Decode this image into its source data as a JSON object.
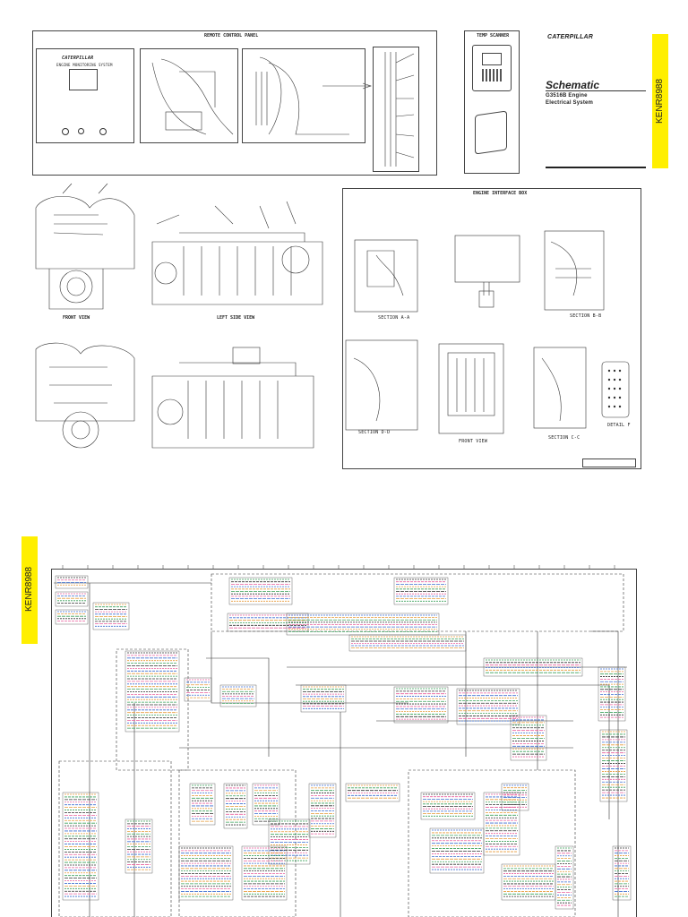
{
  "sheet_top": {
    "remote_panel_title": "REMOTE CONTROL PANEL",
    "panel_logo": "CATERPILLAR",
    "panel_subtitle": "ENGINE MONITORING SYSTEM",
    "temp_scanner_title": "TEMP SCANNER",
    "brand": "CATERPILLAR",
    "doc_title": "Schematic",
    "doc_subtitle_1": "G3516B Engine",
    "doc_subtitle_2": "Electrical System",
    "doc_number": "KENR8988",
    "front_view_label": "FRONT VIEW",
    "left_side_view_label": "LEFT SIDE VIEW",
    "interface_box_title": "ENGINE INTERFACE BOX",
    "section_labels": [
      "SECTION A-A",
      "SECTION B-B",
      "SECTION D-D",
      "FRONT VIEW",
      "SECTION C-C",
      "DETAIL F"
    ]
  },
  "sheet_bottom": {
    "doc_number": "KENR8988"
  },
  "colors": {
    "accent_yellow": "#ffef00",
    "line": "#333333",
    "wire_pink": "#e85f9c",
    "wire_blue": "#3d6fd1",
    "wire_orange": "#e69a3a",
    "wire_green": "#3aa05a"
  }
}
